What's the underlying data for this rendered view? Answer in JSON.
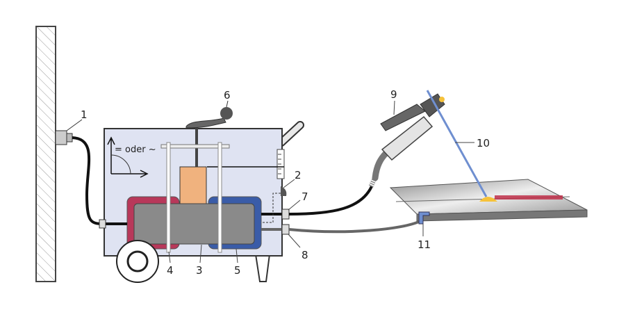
{
  "title": "Arc welding setup schematic",
  "symbol_text": "= oder ~",
  "labels": {
    "l1": "1",
    "l2": "2",
    "l3": "3",
    "l4": "4",
    "l5": "5",
    "l6": "6",
    "l7": "7",
    "l8": "8",
    "l9": "9",
    "l10": "10",
    "l11": "11"
  },
  "colors": {
    "housing": "#dfe3f2",
    "primary_coil": "#b8385a",
    "secondary_coil": "#3a5ca8",
    "core": "#8a8a8a",
    "shunt": "#f0b27e",
    "electrode": "#6f8fd0",
    "arc": "#f6c23a",
    "weld_seam": "#c0304a"
  }
}
